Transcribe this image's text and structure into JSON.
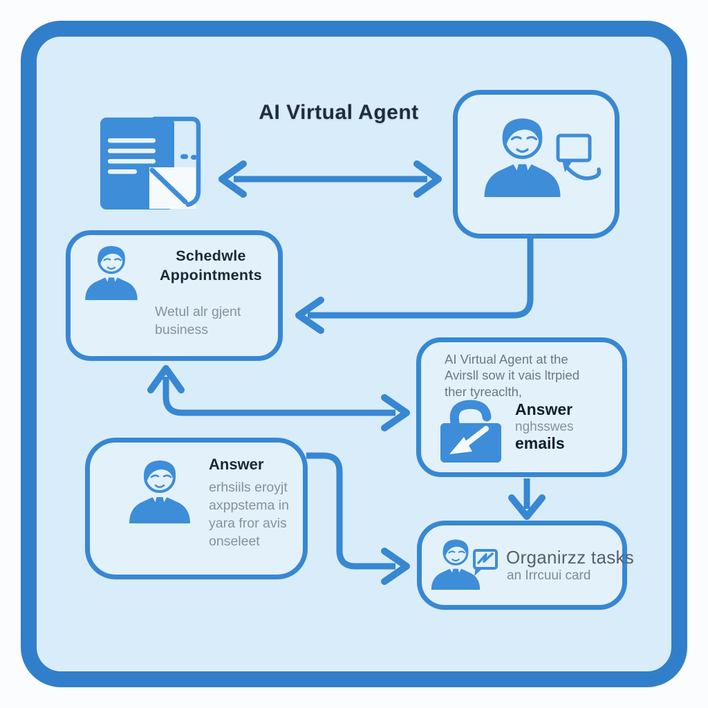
{
  "title": "AI Virtual Agent",
  "colors": {
    "accent_blue": "#3787d3",
    "frame_blue": "#317fca",
    "icon_blue": "#3e8dd8",
    "inner_background": "#d9ecf9",
    "box_background": "#e3f1fb",
    "heading_text": "#1b2836",
    "muted_text": "#87919b"
  },
  "icons": {
    "document": "document-icon",
    "terminal_person": "person-icon",
    "terminal_screen": "monitor-speech-icon",
    "schedule_person": "person-icon",
    "emails_briefcase": "briefcase-email-icon",
    "requests_person": "person-icon",
    "tasks_person": "person-icon",
    "tasks_message": "message-icon"
  },
  "boxes": {
    "schedule": {
      "heading_lines": [
        "Schedwle",
        "Appointments"
      ],
      "body_lines": [
        "Wetul alr gjent",
        "business"
      ]
    },
    "answer_emails": {
      "intro_lines": [
        "AI Virtual Agent at the",
        "Avirsll sow it vais ltrpied",
        "ther tyreaclth,"
      ],
      "emphasis_top": "Answer",
      "middle": "nghsswes",
      "emphasis_bottom": "emails"
    },
    "answer_requests": {
      "heading": "Answer",
      "body_lines": [
        "erhsiils eroyjt",
        "axppstema in",
        "yara fror avis",
        "onseleet"
      ]
    },
    "organize_tasks": {
      "heading": "Organirzz tasks",
      "subtext": "an Irrcuui card"
    }
  }
}
